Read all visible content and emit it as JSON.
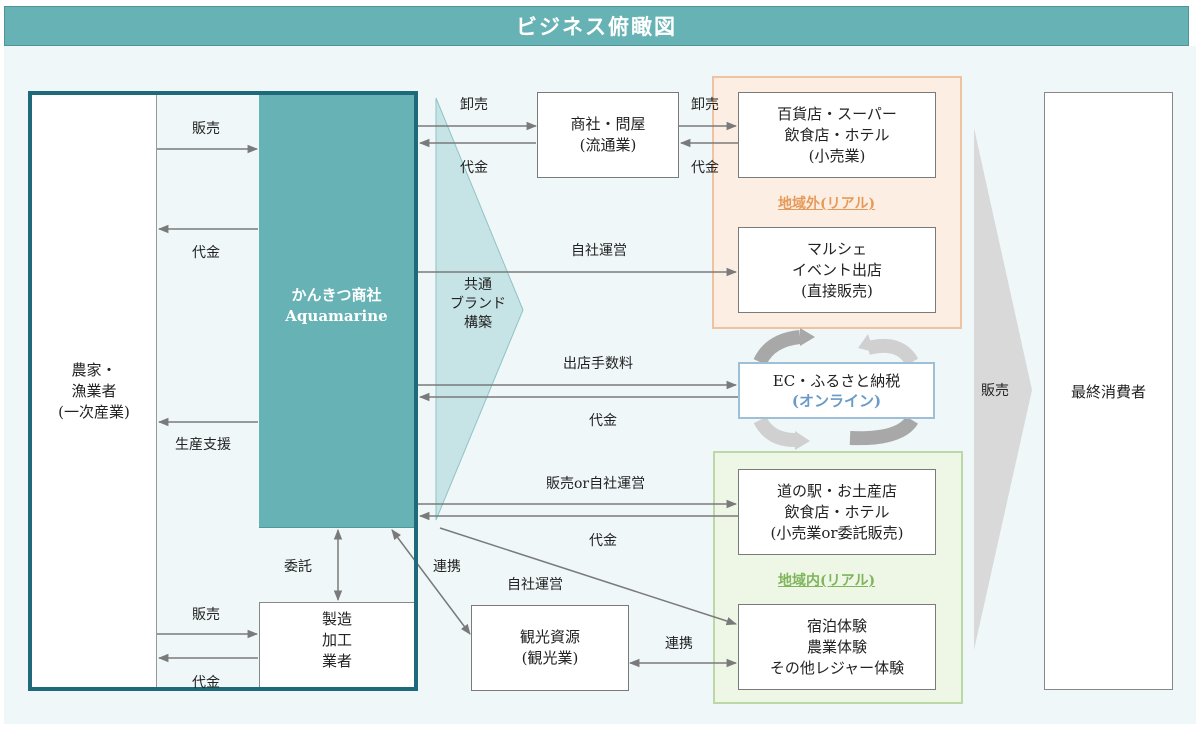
{
  "title": "ビジネス俯瞰図",
  "colors": {
    "teal": "#67b2b4",
    "frame": "#1e6a7a",
    "region_out_label": "#e69a5a",
    "region_in_label": "#7fb55b",
    "online": "#6a9bc8",
    "arrow": "#7a7a7a"
  },
  "nodes": {
    "farmer": {
      "line1": "農家・",
      "line2": "漁業者",
      "line3": "(一次産業)"
    },
    "aquamarine": {
      "line1": "かんきつ商社",
      "line2": "Aquamarine"
    },
    "maker": {
      "line1": "製造",
      "line2": "加工",
      "line3": "業者"
    },
    "wholesaler": {
      "line1": "商社・問屋",
      "line2": "(流通業)"
    },
    "retail_out": {
      "line1": "百貨店・スーパー",
      "line2": "飲食店・ホテル",
      "line3": "(小売業)"
    },
    "marche": {
      "line1": "マルシェ",
      "line2": "イベント出店",
      "line3": "(直接販売)"
    },
    "ec": {
      "line1": "EC・ふるさと納税",
      "line2": "(オンライン)"
    },
    "retail_in": {
      "line1": "道の駅・お土産店",
      "line2": "飲食店・ホテル",
      "line3": "(小売業or委託販売)"
    },
    "experience": {
      "line1": "宿泊体験",
      "line2": "農業体験",
      "line3": "その他レジャー体験"
    },
    "tourism": {
      "line1": "観光資源",
      "line2": "(観光業)"
    },
    "consumer": {
      "label": "最終消費者"
    }
  },
  "regions": {
    "outside": "地域外(リアル)",
    "inside": "地域内(リアル)"
  },
  "brand": {
    "line1": "共通",
    "line2": "ブランド",
    "line3": "構築"
  },
  "sales_chevron": "販売",
  "flows": {
    "farmer_sell": "販売",
    "farmer_pay": "代金",
    "support": "生産支援",
    "consign": "委託",
    "maker_sell": "販売",
    "maker_pay": "代金",
    "wholesale1": "卸売",
    "pay1": "代金",
    "wholesale2": "卸売",
    "pay2": "代金",
    "own_op": "自社運営",
    "store_fee": "出店手数料",
    "pay_ec": "代金",
    "sell_or_own": "販売or自社運営",
    "pay_in": "代金",
    "collab1": "連携",
    "own_op2": "自社運営",
    "collab2": "連携"
  }
}
